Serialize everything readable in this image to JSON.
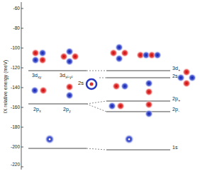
{
  "diagram": {
    "labels": [
      "IX relative energy (meV)",
      "-60",
      "-80",
      "-100",
      "-120",
      "-140",
      "-160",
      "-180",
      "-200",
      "-220",
      "3d",
      "xy",
      "3d",
      "x²-y²",
      "2s",
      "3d",
      "+",
      "2s",
      "2p",
      "x",
      "2p",
      "y",
      "2p",
      "+",
      "2p",
      "-",
      "1s"
    ]
  }
}
